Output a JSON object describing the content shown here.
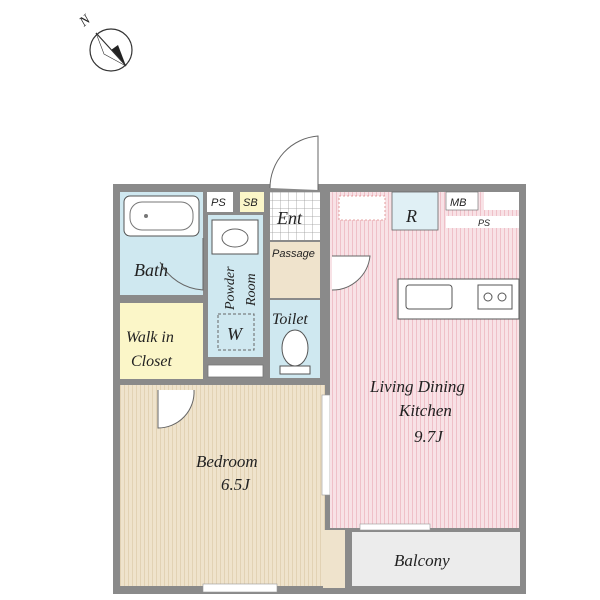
{
  "compass": {
    "north_label": "N"
  },
  "rooms": {
    "bath": "Bath",
    "powder_room_1": "Powder",
    "powder_room_2": "Room",
    "washer": "W",
    "ps_top": "PS",
    "sb": "SB",
    "entrance": "Ent",
    "passage": "Passage",
    "toilet": "Toilet",
    "walk_in_1": "Walk in",
    "walk_in_2": "Closet",
    "bedroom": "Bedroom",
    "bedroom_size": "6.5J",
    "ldk_1": "Living Dining",
    "ldk_2": "Kitchen",
    "ldk_size": "9.7J",
    "refrigerator": "R",
    "mb": "MB",
    "ps_kitchen": "PS",
    "balcony": "Balcony"
  },
  "colors": {
    "wall": "#8a8a8a",
    "bath_blue": "#cfe8f0",
    "closet_yellow": "#fbf6c8",
    "bedroom_tan": "#efe3cc",
    "ldk_pink": "#f6d7dd",
    "balcony_gray": "#ececec",
    "entrance_tile": "#ffffff"
  }
}
